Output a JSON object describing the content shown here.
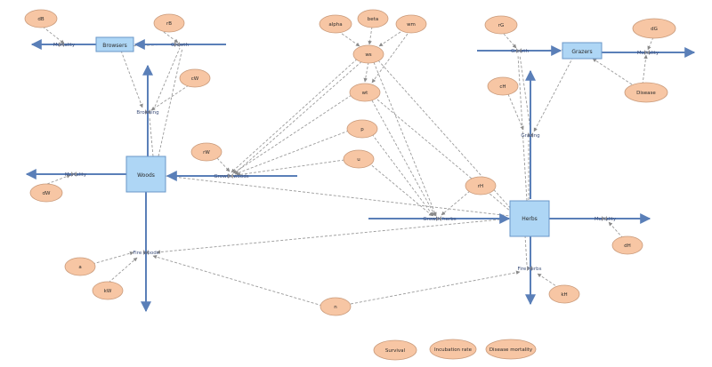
{
  "colors": {
    "stock_fill": "#aed6f5",
    "stock_stroke": "#6a97c8",
    "aux_fill": "#f7c6a4",
    "aux_stroke": "#c99a7a",
    "flow": "#5a7fb8",
    "link": "#9a9a9a"
  },
  "stocks": {
    "browsers": "Browsers",
    "grazers": "Grazers",
    "woods": "Woods",
    "herbs": "Herbs"
  },
  "flows": {
    "browsers_mortality": "Mortality",
    "browsers_growth": "Growth",
    "browsing": "Browsing",
    "woods_mortality": "Mortality",
    "growth_woods": "Growth woods",
    "fire_woods": "Fire woods",
    "grazers_growth": "Growth",
    "grazers_mortality": "Mortality",
    "grazing": "Grazing",
    "growth_herbs": "Growth herbs",
    "herbs_mortality": "Mortality",
    "fire_herbs": "Fire herbs"
  },
  "parameters": {
    "dB": "dB",
    "rB": "rB",
    "cW": "cW",
    "rW": "rW",
    "dW": "dW",
    "alpha": "alpha",
    "beta": "beta",
    "wm": "wm",
    "ws": "ws",
    "wt": "wt",
    "p": "p",
    "u": "u",
    "rH": "rH",
    "rG": "rG",
    "dG": "dG",
    "cH": "cH",
    "disease": "Disease",
    "dH": "dH",
    "kH": "kH",
    "kW": "kW",
    "n": "n",
    "a": "a"
  },
  "legend": {
    "survival": "Survival",
    "incubation": "Incubation rate",
    "disease_mortality": "Disease mortality"
  }
}
